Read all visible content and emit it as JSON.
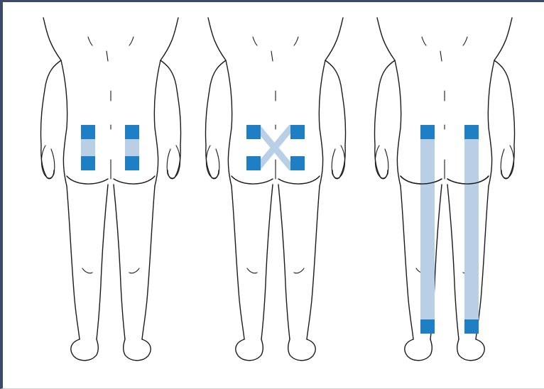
{
  "figure": {
    "figures": [
      {
        "id": "figure-1",
        "layout": "two-short-strips"
      },
      {
        "id": "figure-2",
        "layout": "x-cross"
      },
      {
        "id": "figure-3",
        "layout": "two-long-strips"
      }
    ],
    "colors": {
      "pad": "#1e7fc4",
      "strip": "#b8cfe6",
      "outline": "#1a1a1a",
      "background": "#ffffff"
    }
  }
}
